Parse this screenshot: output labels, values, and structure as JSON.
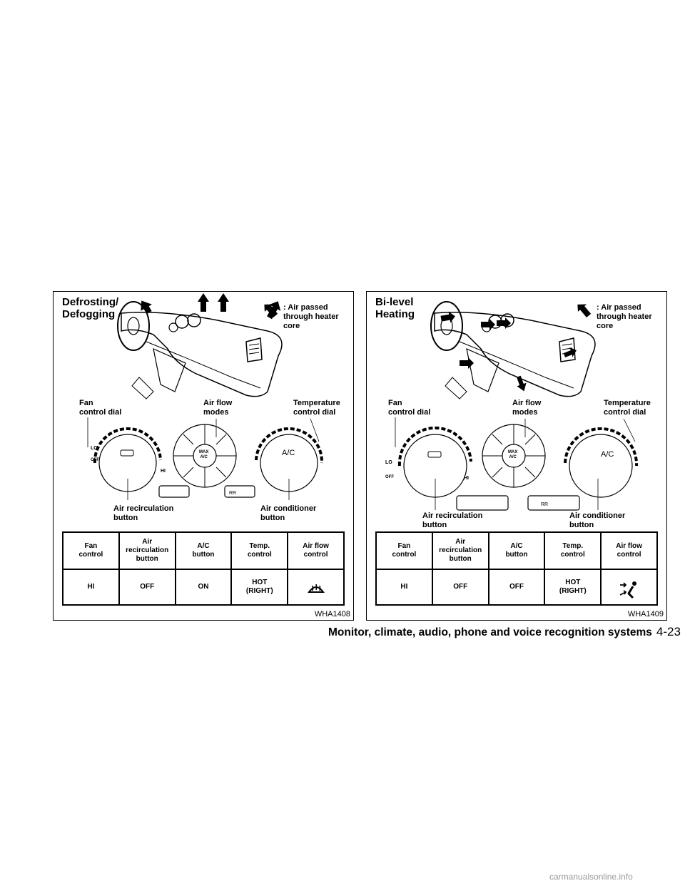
{
  "figures": [
    {
      "title": "Defrosting/\nDefogging",
      "legend": ": Air passed\n  through heater\n  core",
      "callouts": {
        "fan": "Fan\ncontrol dial",
        "airflow": "Air flow\nmodes",
        "temp": "Temperature\ncontrol dial",
        "recirc": "Air recirculation\nbutton",
        "ac": "Air conditioner\nbutton"
      },
      "panel": {
        "lo": "LO",
        "off": "OFF",
        "hi": "HI",
        "max_ac": "MAX\nA/C",
        "rr": "RR",
        "ac_dial": "A/C"
      },
      "table": {
        "headers": [
          "Fan\ncontrol",
          "Air\nrecirculation\nbutton",
          "A/C\nbutton",
          "Temp.\ncontrol",
          "Air flow\ncontrol"
        ],
        "row": [
          "HI",
          "OFF",
          "ON",
          "HOT\n(RIGHT)",
          ""
        ],
        "airflow_icon": "defrost-icon"
      },
      "code": "WHA1408"
    },
    {
      "title": "Bi-level\nHeating",
      "legend": ": Air passed\n  through heater\n  core",
      "callouts": {
        "fan": "Fan\ncontrol dial",
        "airflow": "Air flow\nmodes",
        "temp": "Temperature\ncontrol dial",
        "recirc": "Air recirculation\nbutton",
        "ac": "Air conditioner\nbutton"
      },
      "panel": {
        "lo": "LO",
        "off": "OFF",
        "hi": "HI",
        "max_ac": "MAX\nA/C",
        "rr": "RR",
        "ac_dial": "A/C"
      },
      "table": {
        "headers": [
          "Fan\ncontrol",
          "Air\nrecirculation\nbutton",
          "A/C\nbutton",
          "Temp.\ncontrol",
          "Air flow\ncontrol"
        ],
        "row": [
          "HI",
          "OFF",
          "OFF",
          "HOT\n(RIGHT)",
          ""
        ],
        "airflow_icon": "bi-level-icon"
      },
      "code": "WHA1409"
    }
  ],
  "footer": {
    "section_title": "Monitor, climate, audio, phone and voice recognition systems",
    "page_number": "4-23"
  },
  "watermark": "carmanualsonline.info"
}
